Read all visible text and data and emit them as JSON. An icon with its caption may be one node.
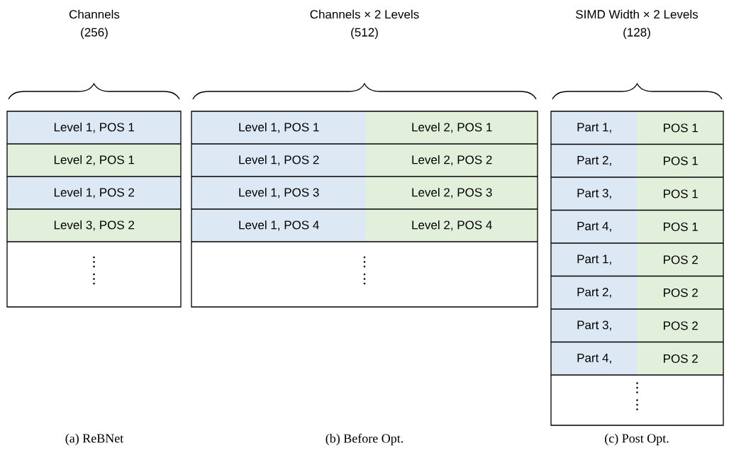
{
  "diagram": {
    "nodes": [
      {
        "text": [
          "Level 1, POS 1"
        ]
      },
      {
        "text": [
          "Level 2, POS 1"
        ]
      },
      {
        "text": [
          "Level 1, POS 2"
        ]
      },
      {
        "text": [
          "Level 3, POS 2"
        ]
      },
      {
        "text": [],
        "shape": "box"
      },
      {
        "text": [
          "Level 1, POS 1"
        ]
      },
      {
        "text": [
          "Level 2, POS 1"
        ]
      },
      {
        "text": [
          "Level 1, POS 2"
        ]
      },
      {
        "text": [
          "Level 2, POS 2"
        ]
      },
      {
        "text": [
          "Level 1, POS 3"
        ]
      },
      {
        "text": [
          "Level 2, POS 3"
        ]
      },
      {
        "text": [
          "Level 1, POS 4"
        ]
      },
      {
        "text": [
          "Level 2, POS 4"
        ]
      },
      {
        "text": [],
        "shape": "box"
      },
      {
        "text": [
          "Part 1,"
        ]
      },
      {
        "text": [
          "POS 1"
        ]
      },
      {
        "text": [
          "Part 2,"
        ]
      },
      {
        "text": [
          "POS 1"
        ]
      },
      {
        "text": [
          "Part 3,"
        ]
      },
      {
        "text": [
          "POS 1"
        ]
      },
      {
        "text": [
          "Part 4,"
        ]
      },
      {
        "text": [
          "POS 1"
        ]
      },
      {
        "text": [
          "Part 1,"
        ]
      },
      {
        "text": [
          "POS 2"
        ]
      },
      {
        "text": [
          "Part 2,"
        ]
      },
      {
        "text": [
          "POS 2"
        ]
      },
      {
        "text": [
          "Part 3,"
        ]
      },
      {
        "text": [
          "POS 2"
        ]
      },
      {
        "text": [
          "Part 4,"
        ]
      },
      {
        "text": [
          "POS 2"
        ]
      },
      {
        "text": [],
        "shape": "box"
      }
    ],
    "edges": [],
    "labels": [
      "Channels",
      "(256)",
      "Channels × 2 Levels",
      "(512)",
      "SIMD Width × 2 Levels",
      "(128)",
      "(a) ReBNet",
      "(b) Before Opt.",
      "(c) Post Opt."
    ]
  }
}
